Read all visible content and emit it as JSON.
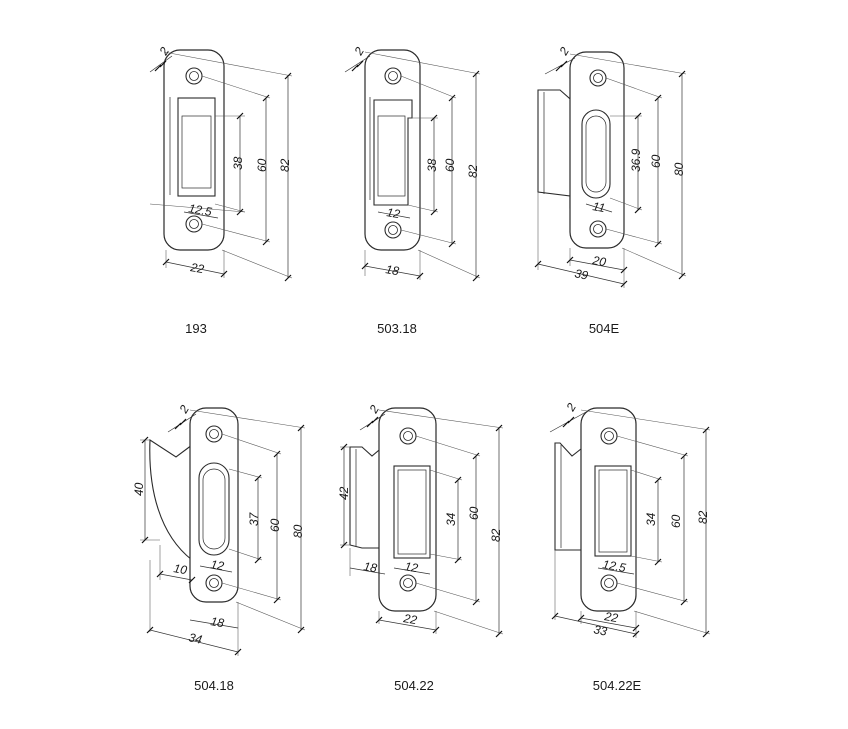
{
  "models": [
    {
      "name": "193",
      "dims": {
        "thickness": "2",
        "slot_height": "38",
        "hole_spacing": "60",
        "total_height": "82",
        "slot_width": "12.5",
        "plate_width": "22"
      }
    },
    {
      "name": "503.18",
      "dims": {
        "thickness": "2",
        "slot_height": "38",
        "hole_spacing": "60",
        "total_height": "82",
        "slot_width": "12",
        "plate_width": "18"
      }
    },
    {
      "name": "504E",
      "dims": {
        "thickness": "2",
        "slot_height": "36.9",
        "hole_spacing": "60",
        "total_height": "80",
        "slot_width": "11",
        "plate_width": "20",
        "total_width": "39"
      }
    },
    {
      "name": "504.18",
      "dims": {
        "thickness": "2",
        "lip_height": "40",
        "slot_height": "37",
        "hole_spacing": "60",
        "total_height": "80",
        "lip_width": "10",
        "slot_width": "12",
        "plate_width": "18",
        "total_width": "34"
      }
    },
    {
      "name": "504.22",
      "dims": {
        "thickness": "2",
        "lip_height": "42",
        "slot_height": "34",
        "hole_spacing": "60",
        "total_height": "82",
        "lip_width": "18",
        "slot_width": "12",
        "plate_width": "22"
      }
    },
    {
      "name": "504.22E",
      "dims": {
        "thickness": "2",
        "slot_height": "34",
        "hole_spacing": "60",
        "total_height": "82",
        "slot_width": "12.5",
        "plate_width": "22",
        "total_width": "33"
      }
    }
  ]
}
